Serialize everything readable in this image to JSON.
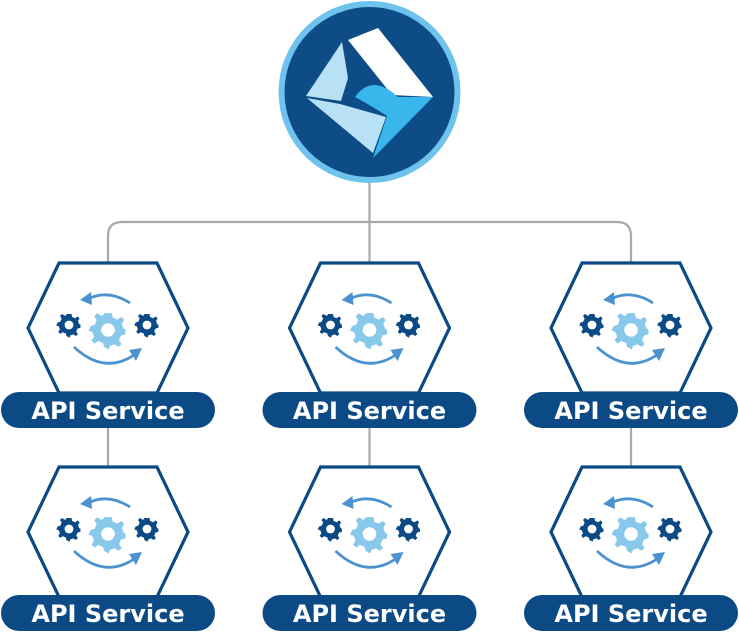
{
  "colors": {
    "navy": "#0c4a85",
    "light_blue": "#87c8eb",
    "mid_blue": "#4b92d0",
    "connector": "#a7a9ac",
    "logo_outer": "#6ec3ec",
    "logo_inner": "#0d4c87",
    "logo_light": "#b9e1f6",
    "logo_bright": "#39b6ec"
  },
  "root": {
    "icon": "logo-emblem-icon"
  },
  "services": [
    {
      "label": "API Service",
      "icon": "gears-sync-icon"
    },
    {
      "label": "API Service",
      "icon": "gears-sync-icon"
    },
    {
      "label": "API Service",
      "icon": "gears-sync-icon"
    },
    {
      "label": "API Service",
      "icon": "gears-sync-icon"
    },
    {
      "label": "API Service",
      "icon": "gears-sync-icon"
    },
    {
      "label": "API Service",
      "icon": "gears-sync-icon"
    }
  ]
}
